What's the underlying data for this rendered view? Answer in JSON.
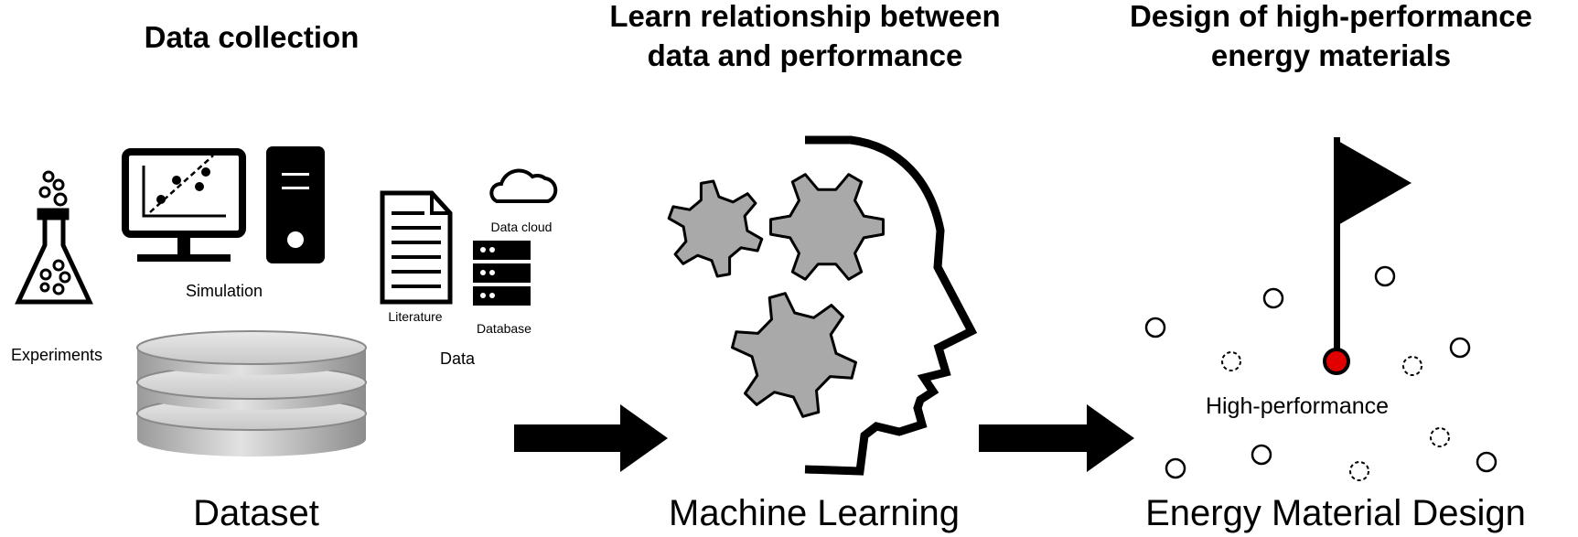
{
  "panels": {
    "collection": {
      "heading": "Data collection",
      "caption": "Dataset",
      "labels": {
        "experiments": "Experiments",
        "simulation": "Simulation",
        "literature": "Literature",
        "data_cloud": "Data cloud",
        "database": "Database",
        "data": "Data"
      }
    },
    "learning": {
      "heading_line1": "Learn relationship between",
      "heading_line2": "data and performance",
      "caption": "Machine Learning"
    },
    "design": {
      "heading_line1": "Design of high-performance",
      "heading_line2": "energy materials",
      "caption": "Energy Material Design",
      "target_label": "High-performance"
    }
  },
  "colors": {
    "ink": "#000000",
    "gear_fill": "#a9a9a9",
    "target_point": "#e00000",
    "cylinder": "#b5b5b5"
  },
  "icons": [
    "flask-icon",
    "monitor-chart-icon",
    "computer-tower-icon",
    "document-icon",
    "cloud-icon",
    "server-stack-icon",
    "database-cylinder-icon",
    "gear-icon",
    "head-profile-icon",
    "arrow-right-icon",
    "flag-icon"
  ]
}
